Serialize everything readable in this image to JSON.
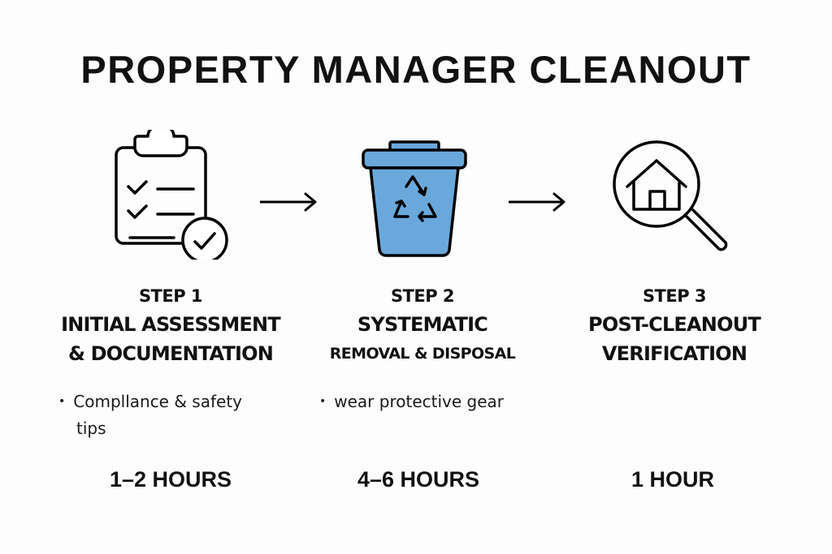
{
  "title": "PROPERTY MANAGER CLEANOUT",
  "colors": {
    "background": "#fdfdfd",
    "text": "#111111",
    "bin_blue": "#6aa8dc",
    "stroke": "#000000"
  },
  "arrows": [
    {
      "from": "step-1",
      "to": "step-2",
      "icon": "arrow-right-icon"
    },
    {
      "from": "step-2",
      "to": "step-3",
      "icon": "arrow-right-icon"
    }
  ],
  "steps": [
    {
      "label": "STEP 1",
      "title_line1": "INITIAL ASSESSMENT",
      "title_line2": "& DOCUMENTATION",
      "icon": "clipboard-checklist-icon",
      "bullet_line1": "Compllance & safety",
      "bullet_line2": "tips",
      "duration": "1–2 HOURS"
    },
    {
      "label": "STEP 2",
      "title_line1": "SYSTEMATIC",
      "title_line2": "REMOVAL & DISPOSAL",
      "icon": "recycling-bin-icon",
      "bullet_line1": "wear protective gear",
      "duration": "4–6 HOURS"
    },
    {
      "label": "STEP 3",
      "title_line1": "POST-CLEANOUT",
      "title_line2": "VERIFICATION",
      "icon": "magnifier-house-icon",
      "duration": "1 HOUR"
    }
  ]
}
